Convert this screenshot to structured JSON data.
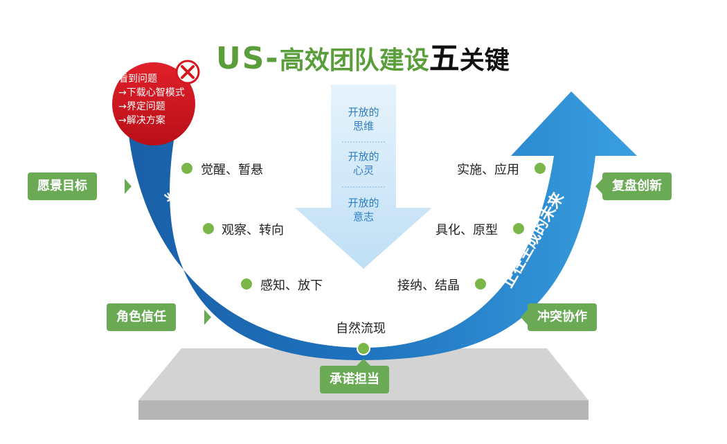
{
  "title": {
    "en": "US",
    "dash": "-",
    "cn": "高效团队建设",
    "big": "五",
    "tail": "关键"
  },
  "problem_circle": {
    "lines": [
      "看到问题",
      "→下载心智模式",
      "→界定问题",
      "→解决方案"
    ],
    "icon": "close-icon"
  },
  "arrow_left_label": "集体下潜",
  "arrow_right_label": "正在生成的未来",
  "center_arrow": {
    "items": [
      "开放的\n思维",
      "开放的\n心灵",
      "开放的\n意志"
    ]
  },
  "left_points": [
    "觉醒、暂悬",
    "观察、转向",
    "感知、放下"
  ],
  "right_points": [
    "实施、应用",
    "具化、原型",
    "接纳、结晶"
  ],
  "bottom_point": "自然流现",
  "tags": {
    "vision": "愿景目标",
    "trust": "角色信任",
    "commit": "承诺担当",
    "conflict": "冲突协作",
    "review": "复盘创新"
  },
  "colors": {
    "green": "#6aaa55",
    "blue": "#1f6fb9",
    "light_blue": "#4fa3e0",
    "red": "#d7151f",
    "dot": "#7ab648"
  }
}
